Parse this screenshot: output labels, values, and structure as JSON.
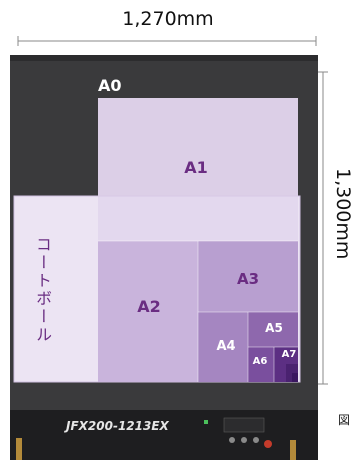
{
  "dimensions": {
    "width": "1,270mm",
    "height": "1,300mm"
  },
  "paper_sizes": {
    "a0": "A0",
    "a1": "A1",
    "a2": "A2",
    "a3": "A3",
    "a4": "A4",
    "a5": "A5",
    "a6": "A6",
    "a7": "A7"
  },
  "coat_ball_label": "コートボール",
  "machine_model": "JFX200-1213EX",
  "figure_label": "図",
  "colors": {
    "bed": "#3a3a3c",
    "a0": "#e4d8ee",
    "coat_ball": "#ece4f3",
    "a2": "#c9b4dc",
    "a3": "#b89fd0",
    "a4": "#a586c1",
    "a5": "#8e68ad",
    "a6": "#7a4f9e",
    "a7": "#5c2f83",
    "text_purple": "#6a2d82"
  }
}
